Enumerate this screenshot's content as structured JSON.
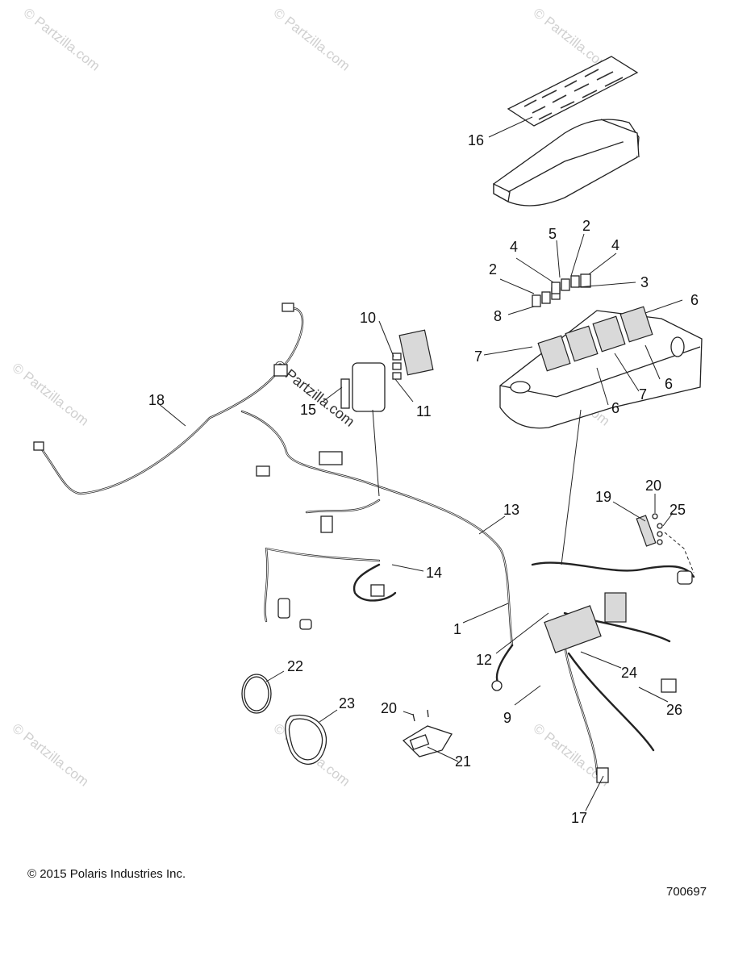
{
  "callouts": [
    {
      "n": "1"
    },
    {
      "n": "2"
    },
    {
      "n": "2"
    },
    {
      "n": "3"
    },
    {
      "n": "4"
    },
    {
      "n": "4"
    },
    {
      "n": "5"
    },
    {
      "n": "6"
    },
    {
      "n": "6"
    },
    {
      "n": "6"
    },
    {
      "n": "7"
    },
    {
      "n": "7"
    },
    {
      "n": "8"
    },
    {
      "n": "9"
    },
    {
      "n": "10"
    },
    {
      "n": "11"
    },
    {
      "n": "12"
    },
    {
      "n": "13"
    },
    {
      "n": "14"
    },
    {
      "n": "15"
    },
    {
      "n": "16"
    },
    {
      "n": "17"
    },
    {
      "n": "18"
    },
    {
      "n": "19"
    },
    {
      "n": "20"
    },
    {
      "n": "20"
    },
    {
      "n": "21"
    },
    {
      "n": "22"
    },
    {
      "n": "23"
    },
    {
      "n": "24"
    },
    {
      "n": "25"
    },
    {
      "n": "26"
    }
  ],
  "watermark": "© Partzilla.com",
  "footer": {
    "copyright": "© 2015 Polaris Industries Inc.",
    "diagram_number": "700697"
  }
}
